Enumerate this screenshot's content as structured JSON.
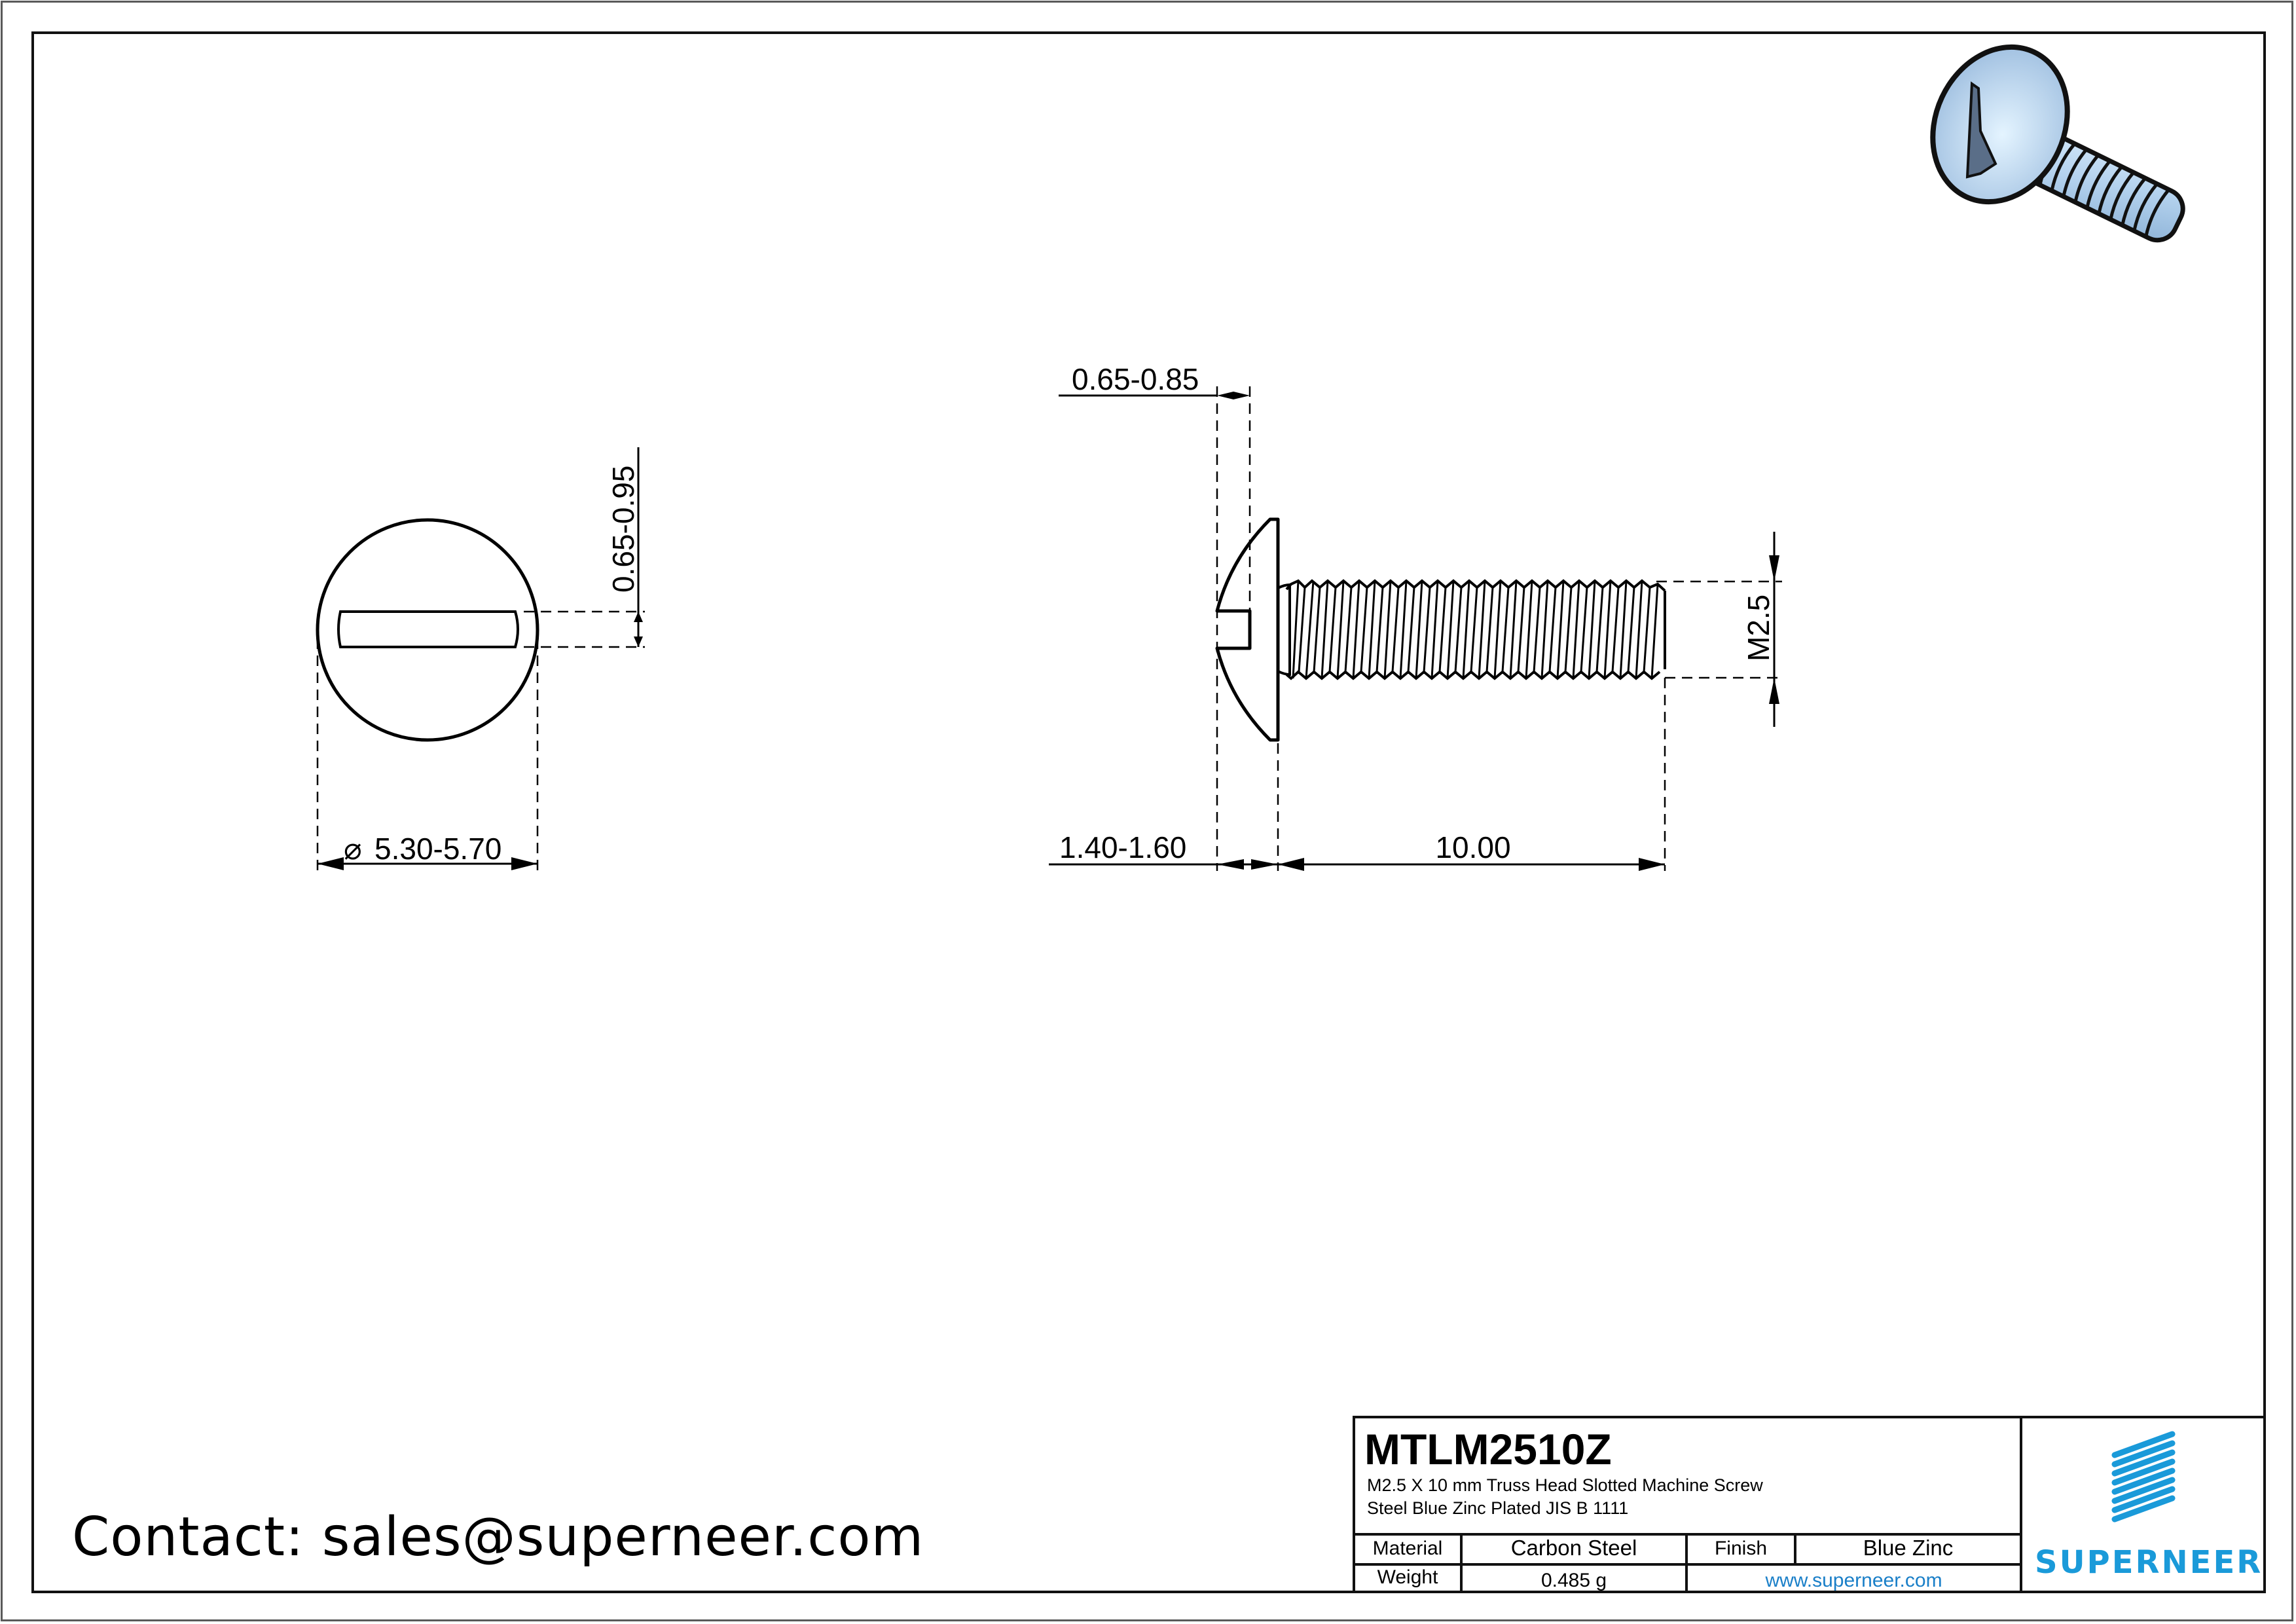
{
  "drawing": {
    "views": {
      "end_view": {
        "diameter_label": "5.30-5.70",
        "diameter_symbol": "⌀",
        "slot_width_label": "0.65-0.95"
      },
      "side_view": {
        "slot_depth_label": "0.65-0.85",
        "head_height_label": "1.40-1.60",
        "length_label": "10.00",
        "thread_label": "M2.5"
      },
      "iso_view": {
        "description": "3D rendered truss head slotted screw",
        "color": "#b8d4ee"
      }
    }
  },
  "contact": {
    "text": "Contact: sales@superneer.com"
  },
  "title_block": {
    "part_number": "MTLM2510Z",
    "description_line1": "M2.5 X 10 mm  Truss Head Slotted Machine Screw",
    "description_line2": "Steel Blue Zinc Plated JIS B 1111",
    "rows": {
      "material_label": "Material",
      "material_value": "Carbon Steel",
      "finish_label": "Finish",
      "finish_value": "Blue Zinc",
      "weight_label": "Weight",
      "weight_value": "0.485 g",
      "website": "www.superneer.com"
    },
    "brand": {
      "name": "SUPERNEER",
      "color": "#1a9ad9"
    }
  }
}
